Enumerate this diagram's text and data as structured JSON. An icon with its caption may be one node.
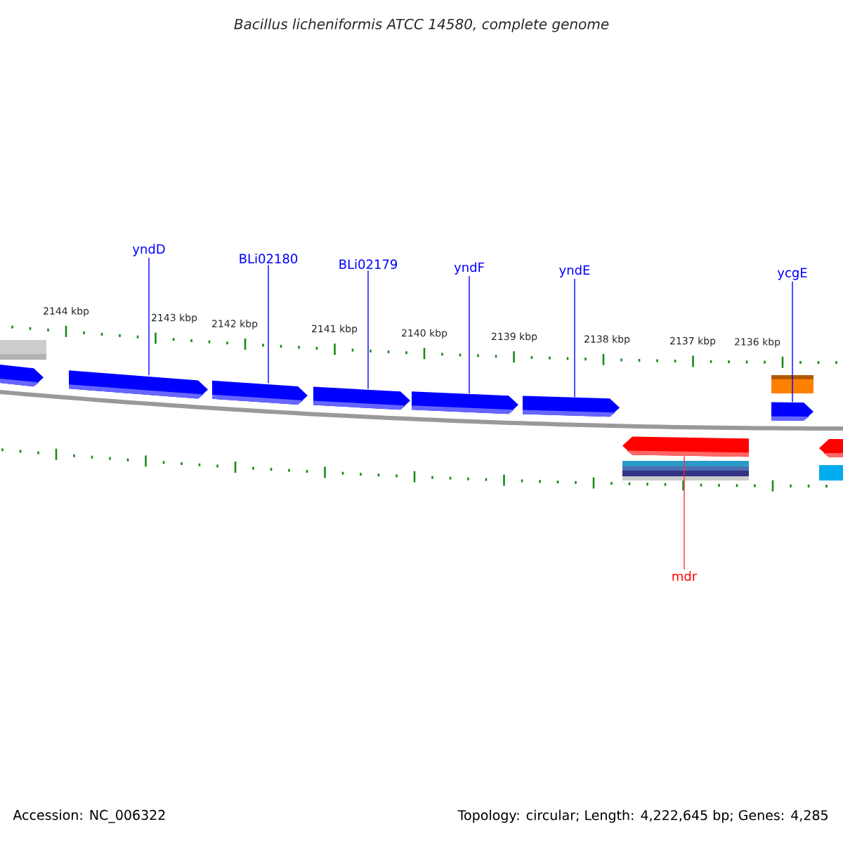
{
  "diagram": {
    "title": "Bacillus licheniformis ATCC 14580, complete genome",
    "nodes": [
      {
        "text": [
          "yndD"
        ]
      },
      {
        "text": [
          "BLi02180"
        ]
      },
      {
        "text": [
          "BLi02179"
        ]
      },
      {
        "text": [
          "yndF"
        ]
      },
      {
        "text": [
          "yndE"
        ]
      },
      {
        "text": [
          "ycgE"
        ]
      },
      {
        "text": [
          "mdr"
        ]
      },
      {
        "text": [],
        "shape": "bar"
      },
      {
        "text": [],
        "shape": "bar"
      },
      {
        "text": [],
        "shape": "bar"
      },
      {
        "text": [],
        "shape": "bar"
      },
      {
        "text": [],
        "shape": "bar"
      },
      {
        "text": [],
        "shape": "bar"
      },
      {
        "text": [],
        "shape": "bar"
      },
      {
        "text": [],
        "shape": "bar"
      },
      {
        "text": [],
        "shape": "bar"
      }
    ],
    "edges": [
      {
        "from": 0,
        "to": 8,
        "arrow": "none"
      },
      {
        "from": 1,
        "to": 9,
        "arrow": "none"
      },
      {
        "from": 2,
        "to": 10,
        "arrow": "none"
      },
      {
        "from": 3,
        "to": 11,
        "arrow": "none"
      },
      {
        "from": 4,
        "to": 12,
        "arrow": "none"
      },
      {
        "from": 5,
        "to": 13,
        "arrow": "none"
      },
      {
        "from": 6,
        "to": 14,
        "arrow": "none",
        "color": "#ff3030"
      }
    ],
    "labels": [
      "2144 kbp",
      "2143 kbp",
      "2142 kbp",
      "2141 kbp",
      "2140 kbp",
      "2139 kbp",
      "2138 kbp",
      "2137 kbp",
      "2136 kbp",
      "Accession: NC_006322",
      "Topology: circular; Length: 4,222,645 bp; Genes: 4,285"
    ]
  }
}
